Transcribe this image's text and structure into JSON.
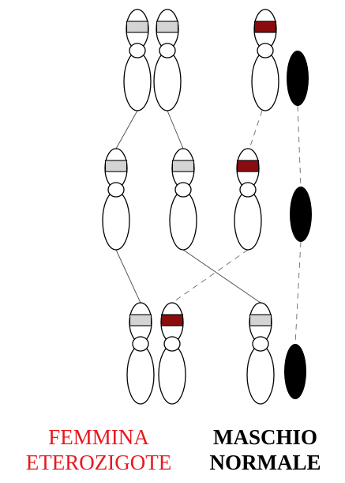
{
  "colors": {
    "female_caption": "#e8181e",
    "male_caption": "#000000",
    "mutant_band": "#8b0c0e",
    "normal_band": "#d4d4d4",
    "y_chromosome": "#000000",
    "outline": "#000000"
  },
  "labels": {
    "female": [
      "FEMMINA",
      "ETEROZIGOTE"
    ],
    "male": [
      "MASCHIO",
      "NORMALE"
    ]
  },
  "diagram": {
    "chromosomes": [
      {
        "id": "gen1-female-x1",
        "band": "normal"
      },
      {
        "id": "gen1-female-x2",
        "band": "normal"
      },
      {
        "id": "gen1-male-x",
        "band": "mutant"
      },
      {
        "id": "gen1-male-y",
        "band": "none"
      },
      {
        "id": "gen2-female-x1",
        "band": "normal"
      },
      {
        "id": "gen2-female-x2",
        "band": "normal"
      },
      {
        "id": "gen2-male-x",
        "band": "mutant"
      },
      {
        "id": "gen2-male-y",
        "band": "none"
      },
      {
        "id": "gen3-female-x1",
        "band": "normal"
      },
      {
        "id": "gen3-female-x2",
        "band": "mutant"
      },
      {
        "id": "gen3-male-x",
        "band": "normal"
      },
      {
        "id": "gen3-male-y",
        "band": "none"
      }
    ]
  }
}
